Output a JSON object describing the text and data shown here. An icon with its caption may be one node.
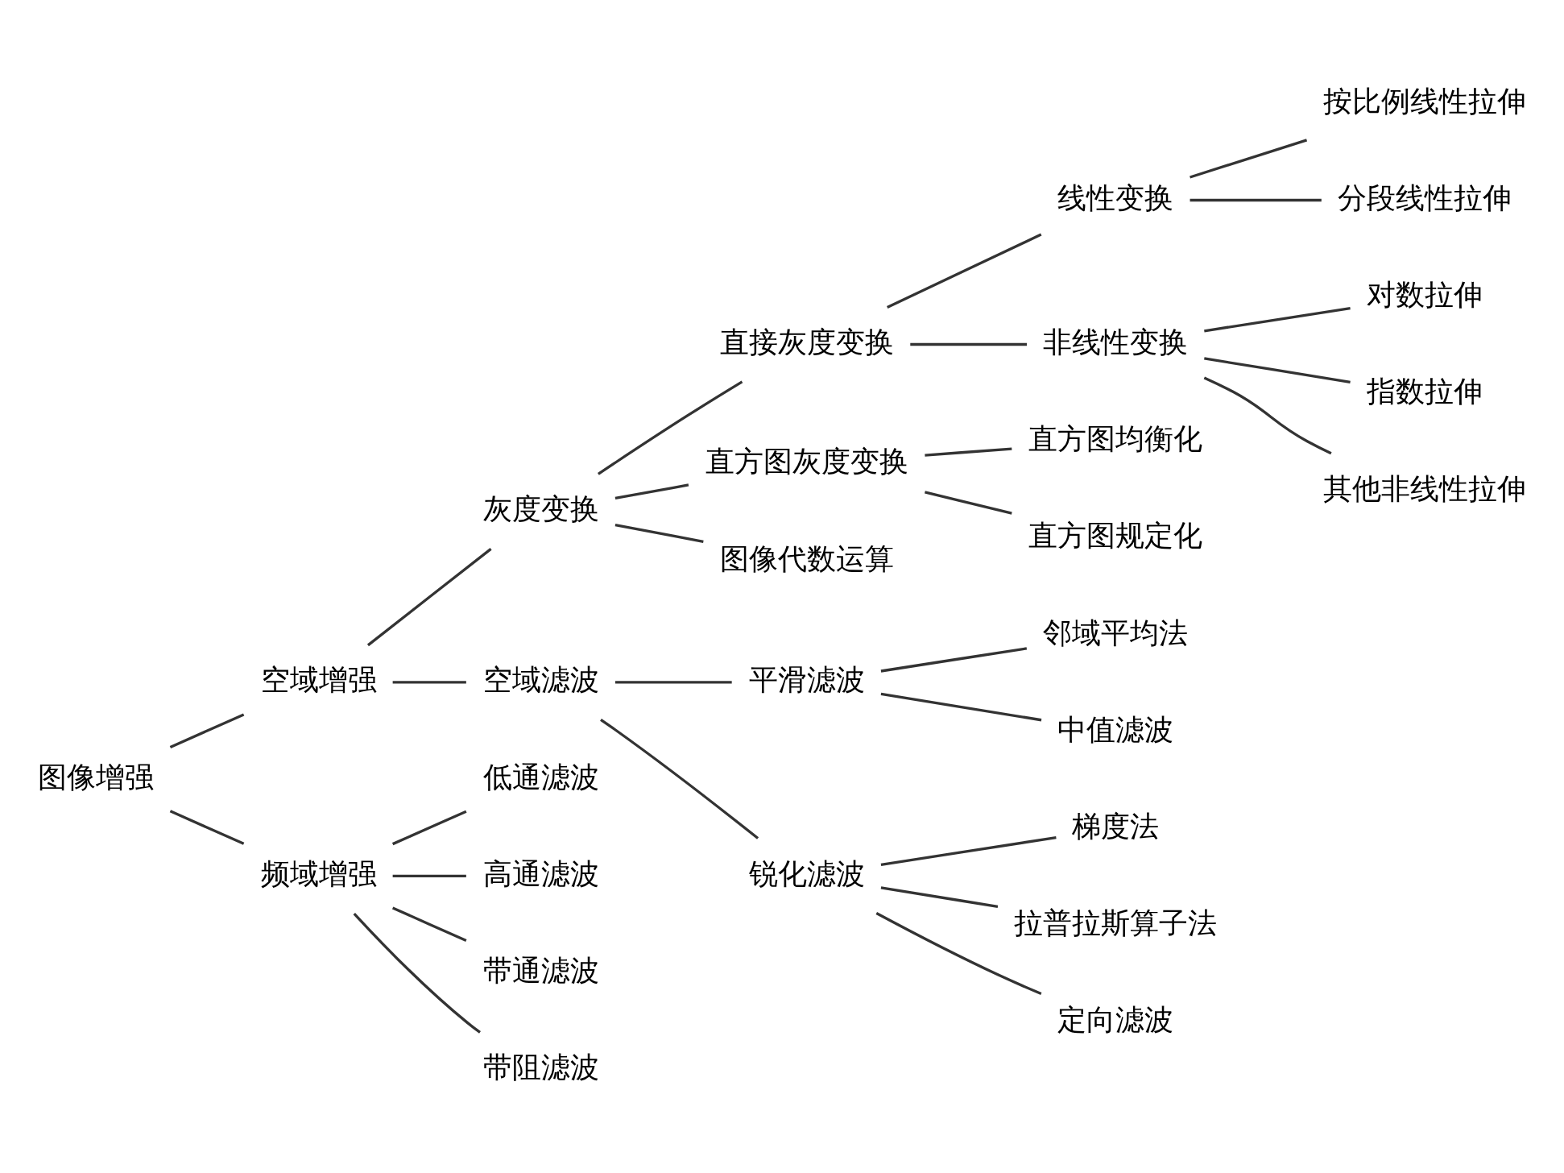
{
  "diagram": {
    "nodes": [
      {
        "text": [
          "图像增强"
        ]
      },
      {
        "text": [
          "空域增强"
        ]
      },
      {
        "text": [
          "灰度变换"
        ]
      },
      {
        "text": [
          "直接灰度变换"
        ]
      },
      {
        "text": [
          "线性变换"
        ]
      },
      {
        "text": [
          "按比例线性拉伸"
        ]
      },
      {
        "text": [
          "分段线性拉伸"
        ]
      },
      {
        "text": [
          "非线性变换"
        ]
      },
      {
        "text": [
          "对数拉伸"
        ]
      },
      {
        "text": [
          "指数拉伸"
        ]
      },
      {
        "text": [
          "其他非线性拉伸"
        ]
      },
      {
        "text": [
          "直方图灰度变换"
        ]
      },
      {
        "text": [
          "直方图均衡化"
        ]
      },
      {
        "text": [
          "直方图规定化"
        ]
      },
      {
        "text": [
          "图像代数运算"
        ]
      },
      {
        "text": [
          "空域滤波"
        ]
      },
      {
        "text": [
          "平滑滤波"
        ]
      },
      {
        "text": [
          "邻域平均法"
        ]
      },
      {
        "text": [
          "中值滤波"
        ]
      },
      {
        "text": [
          "锐化滤波"
        ]
      },
      {
        "text": [
          "梯度法"
        ]
      },
      {
        "text": [
          "拉普拉斯算子法"
        ]
      },
      {
        "text": [
          "定向滤波"
        ]
      },
      {
        "text": [
          "频域增强"
        ]
      },
      {
        "text": [
          "低通滤波"
        ]
      },
      {
        "text": [
          "高通滤波"
        ]
      },
      {
        "text": [
          "带通滤波"
        ]
      },
      {
        "text": [
          "带阻滤波"
        ]
      }
    ],
    "edges": [
      {
        "from": 0,
        "to": 1,
        "arrow": "none"
      },
      {
        "from": 0,
        "to": 23,
        "arrow": "none"
      },
      {
        "from": 1,
        "to": 2,
        "arrow": "none"
      },
      {
        "from": 1,
        "to": 15,
        "arrow": "none"
      },
      {
        "from": 2,
        "to": 3,
        "arrow": "none"
      },
      {
        "from": 2,
        "to": 11,
        "arrow": "none"
      },
      {
        "from": 2,
        "to": 14,
        "arrow": "none"
      },
      {
        "from": 3,
        "to": 4,
        "arrow": "none"
      },
      {
        "from": 3,
        "to": 7,
        "arrow": "none"
      },
      {
        "from": 4,
        "to": 5,
        "arrow": "none"
      },
      {
        "from": 4,
        "to": 6,
        "arrow": "none"
      },
      {
        "from": 7,
        "to": 8,
        "arrow": "none"
      },
      {
        "from": 7,
        "to": 9,
        "arrow": "none"
      },
      {
        "from": 7,
        "to": 10,
        "arrow": "none"
      },
      {
        "from": 11,
        "to": 12,
        "arrow": "none"
      },
      {
        "from": 11,
        "to": 13,
        "arrow": "none"
      },
      {
        "from": 15,
        "to": 16,
        "arrow": "none"
      },
      {
        "from": 15,
        "to": 19,
        "arrow": "none"
      },
      {
        "from": 16,
        "to": 17,
        "arrow": "none"
      },
      {
        "from": 16,
        "to": 18,
        "arrow": "none"
      },
      {
        "from": 19,
        "to": 20,
        "arrow": "none"
      },
      {
        "from": 19,
        "to": 21,
        "arrow": "none"
      },
      {
        "from": 19,
        "to": 22,
        "arrow": "none"
      },
      {
        "from": 23,
        "to": 24,
        "arrow": "none"
      },
      {
        "from": 23,
        "to": 25,
        "arrow": "none"
      },
      {
        "from": 23,
        "to": 26,
        "arrow": "none"
      },
      {
        "from": 23,
        "to": 27,
        "arrow": "none"
      }
    ]
  }
}
